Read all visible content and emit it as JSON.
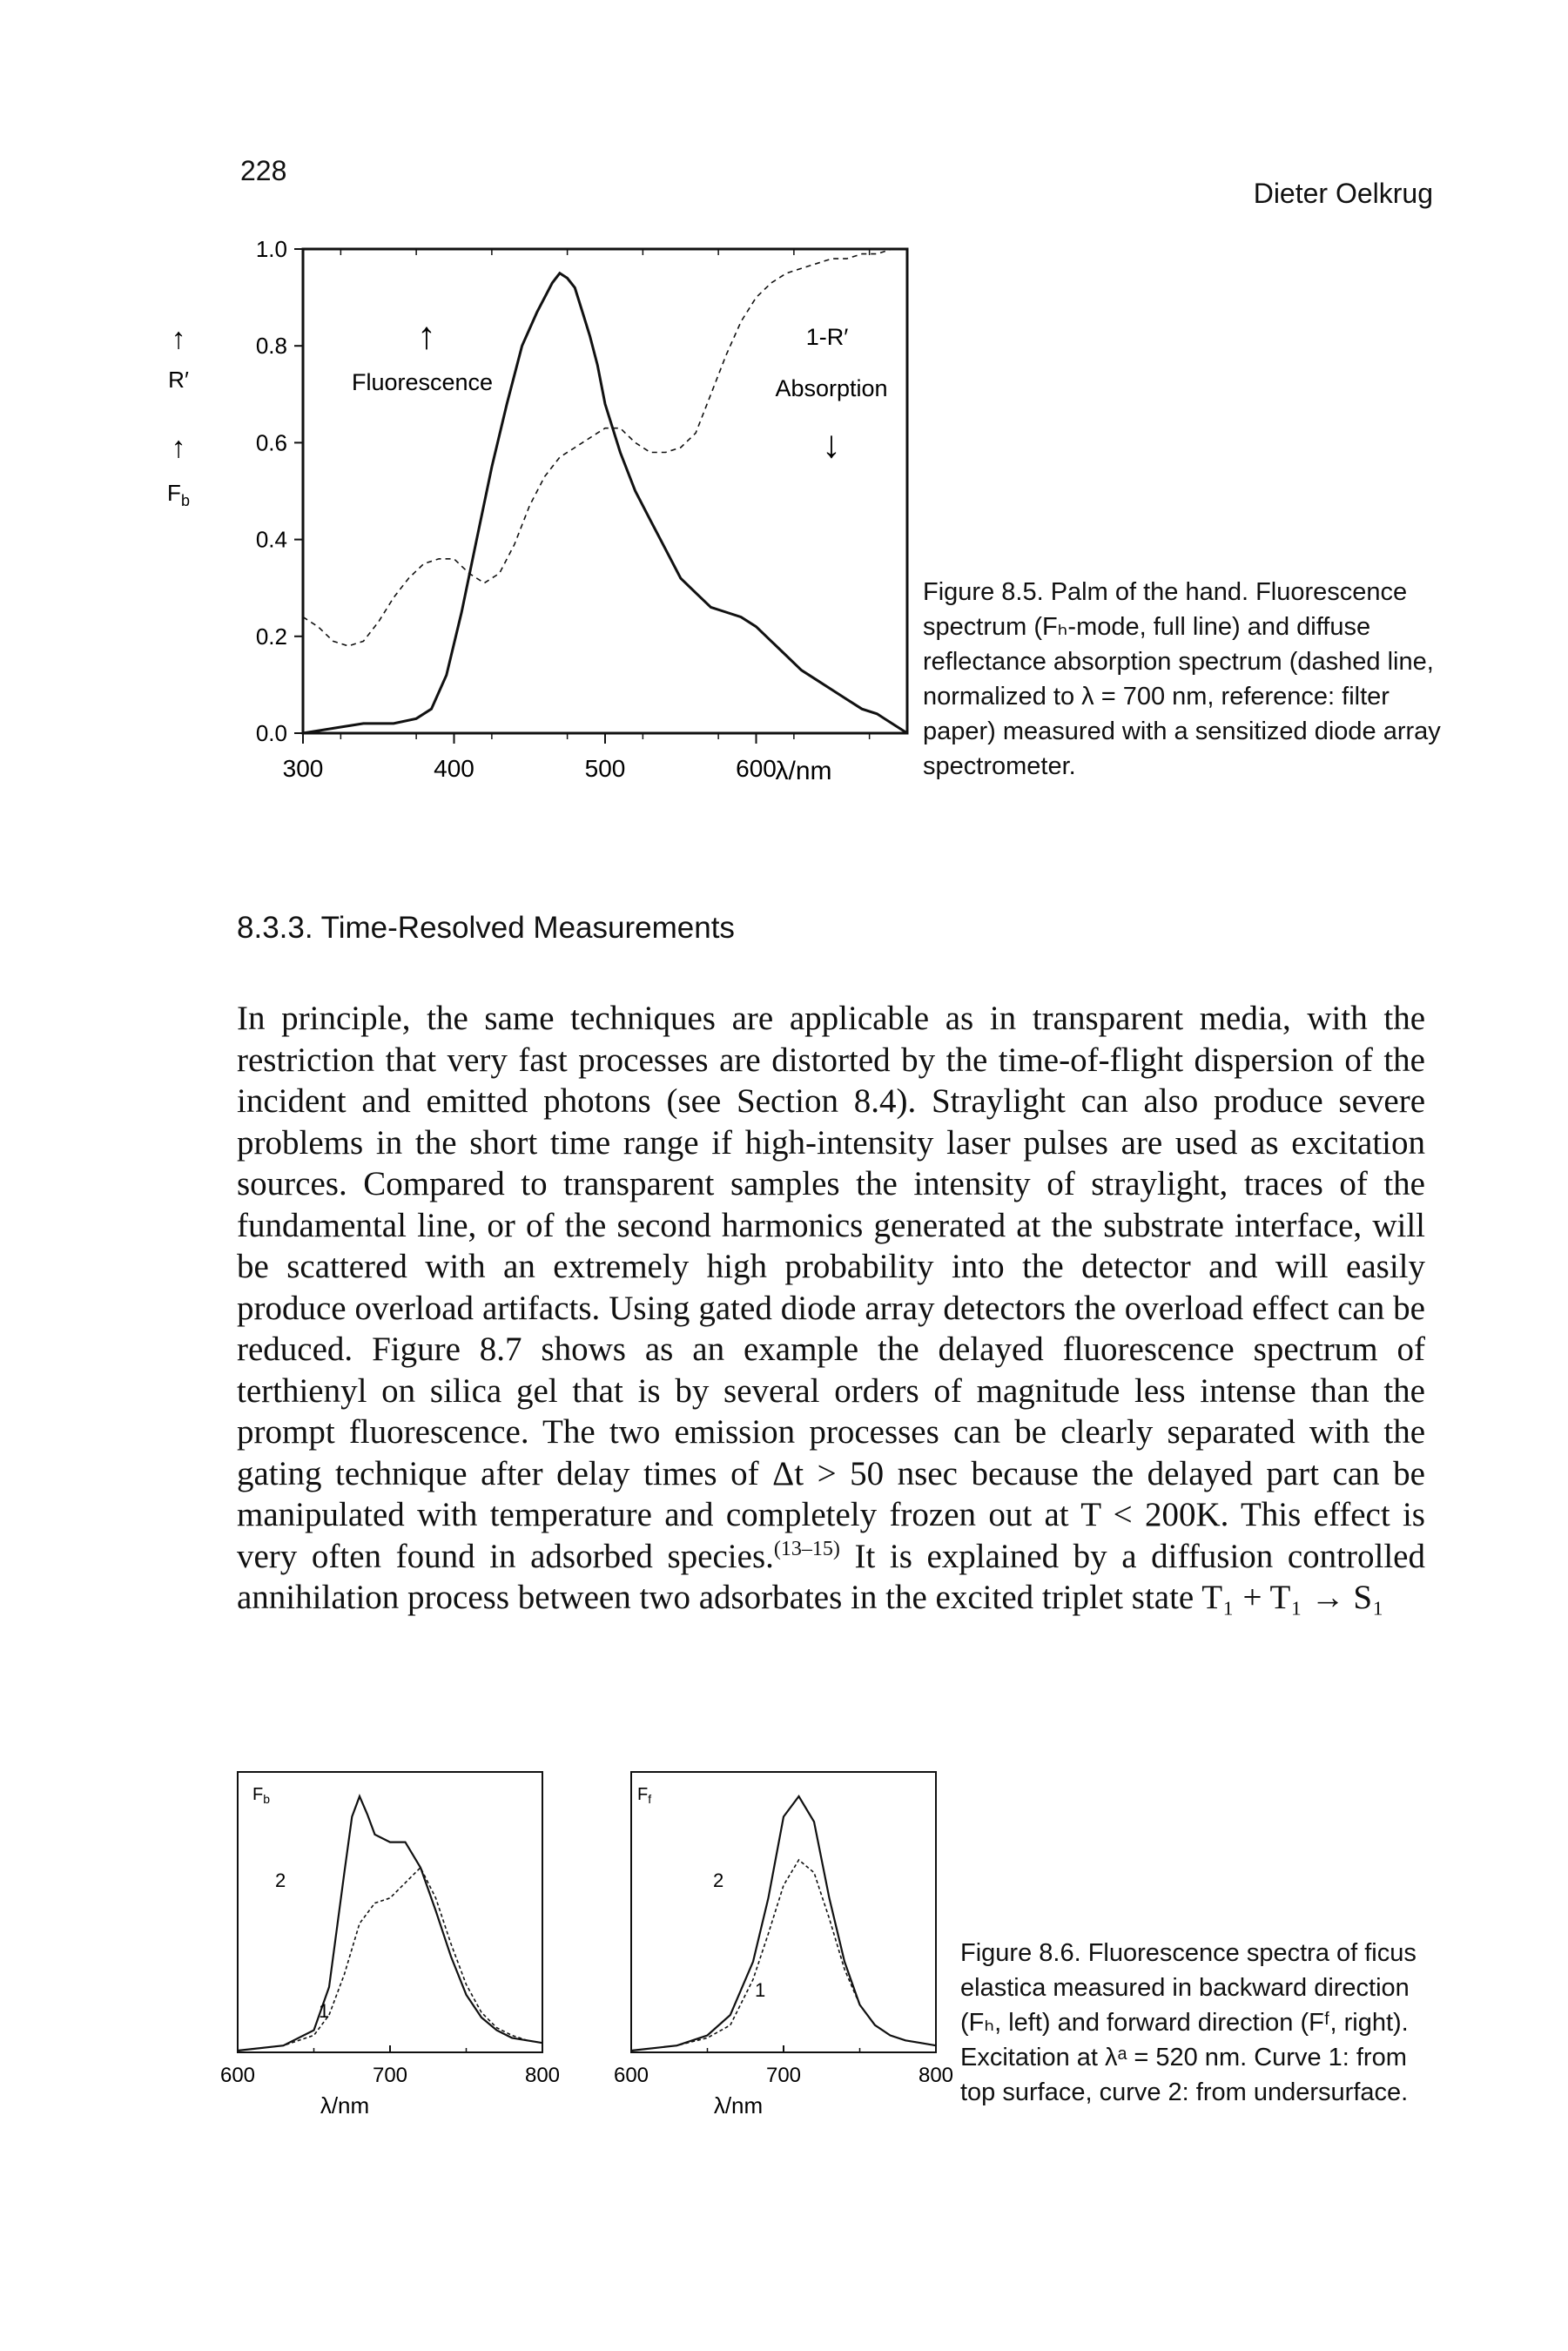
{
  "header": {
    "page_number": "228",
    "author": "Dieter Oelkrug"
  },
  "figure_8_5": {
    "caption_label": "Figure 8.5.",
    "caption_text": "Palm of the hand. Fluorescence spectrum (Fₕ-mode, full line) and diffuse reflectance absorption spectrum (dashed line, normalized to λ = 700 nm, reference: filter paper) measured with a sensitized diode array spectrometer.",
    "annotation_fluorescence": "Fluorescence",
    "annotation_absorption_top": "1-R′",
    "annotation_absorption": "Absorption",
    "side_label_r": "R′",
    "side_label_fb": "F",
    "side_label_fb_sub": "b",
    "y_tick_labels": [
      "0.0",
      "0.2",
      "0.4",
      "0.6",
      "0.8",
      "1.0"
    ],
    "x_tick_labels": [
      "300",
      "400",
      "500",
      "600"
    ],
    "x_unit": "λ/nm"
  },
  "section": {
    "heading": "8.3.3. Time-Resolved Measurements",
    "paragraph_part1": "In principle, the same techniques are applicable as in transparent media, with the restriction that very fast processes are distorted by the time-of-flight dispersion of the incident and emitted photons (see Section 8.4). Straylight can also produce severe problems in the short time range if high-intensity laser pulses are used as excitation sources. Compared to transparent samples the intensity of straylight, traces of the fundamental line, or of the second harmonics generated at the substrate interface, will be scattered with an extremely high probability into the detector and will easily produce overload artifacts. Using gated diode array detectors the overload effect can be reduced. Figure 8.7 shows as an example the delayed fluorescence spectrum of terthienyl on silica gel that is by several orders of magnitude less intense than the prompt fluorescence. The two emission processes can be clearly separated with the gating technique after delay times of Δt > 50 nsec because the delayed part can be manipulated with temperature and completely frozen out at T < 200K. This effect is very often found in adsorbed species.",
    "citation": "(13–15)",
    "paragraph_part2": " It is explained by a diffusion controlled annihilation process between two adsorbates in the excited triplet state T₁ + T₁ → S₁"
  },
  "figure_8_6": {
    "caption_label": "Figure 8.6.",
    "caption_text": "Fluorescence spectra of ficus elastica measured in backward direction (Fₕ, left) and forward direction (Fᶠ, right). Excitation at λᵃ = 520 nm. Curve 1: from top surface, curve 2: from undersurface.",
    "left_panel": {
      "ylabel": "F",
      "ylabel_sub": "b",
      "curve_labels": [
        "2",
        "1"
      ],
      "x_ticks": [
        "600",
        "700",
        "800"
      ],
      "x_unit": "λ/nm"
    },
    "right_panel": {
      "ylabel": "F",
      "ylabel_sub": "f",
      "curve_labels": [
        "2",
        "1"
      ],
      "x_ticks": [
        "600",
        "700",
        "800"
      ],
      "x_unit": "λ/nm"
    }
  },
  "chart_data": [
    {
      "type": "line",
      "xlabel": "λ/nm",
      "xlim": [
        300,
        700
      ],
      "ylim": [
        0,
        1.0
      ],
      "series": [
        {
          "name": "Fluorescence",
          "x": [
            300,
            320,
            340,
            360,
            375,
            385,
            395,
            405,
            415,
            425,
            435,
            445,
            455,
            465,
            470,
            475,
            480,
            485,
            490,
            495,
            500,
            510,
            520,
            530,
            540,
            550,
            560,
            570,
            580,
            590,
            600,
            610,
            620,
            630,
            640,
            650,
            660,
            670,
            680,
            690,
            700
          ],
          "y": [
            0.0,
            0.01,
            0.02,
            0.02,
            0.03,
            0.05,
            0.12,
            0.25,
            0.4,
            0.55,
            0.68,
            0.8,
            0.87,
            0.93,
            0.95,
            0.94,
            0.92,
            0.87,
            0.82,
            0.76,
            0.68,
            0.58,
            0.5,
            0.44,
            0.38,
            0.32,
            0.29,
            0.26,
            0.25,
            0.24,
            0.22,
            0.19,
            0.16,
            0.13,
            0.11,
            0.09,
            0.07,
            0.05,
            0.04,
            0.02,
            0.0
          ]
        },
        {
          "name": "1-R′ Absorption",
          "x": [
            300,
            310,
            320,
            330,
            340,
            350,
            360,
            370,
            380,
            390,
            400,
            410,
            420,
            430,
            440,
            450,
            460,
            470,
            480,
            490,
            500,
            510,
            520,
            530,
            540,
            550,
            560,
            570,
            580,
            590,
            600,
            610,
            620,
            630,
            640,
            650,
            660,
            670,
            680,
            690,
            700
          ],
          "y": [
            0.24,
            0.22,
            0.19,
            0.18,
            0.19,
            0.23,
            0.28,
            0.32,
            0.35,
            0.36,
            0.36,
            0.33,
            0.31,
            0.33,
            0.39,
            0.47,
            0.53,
            0.57,
            0.59,
            0.61,
            0.63,
            0.63,
            0.6,
            0.58,
            0.58,
            0.59,
            0.62,
            0.7,
            0.78,
            0.85,
            0.9,
            0.93,
            0.95,
            0.96,
            0.97,
            0.98,
            0.98,
            0.99,
            0.99,
            1.0,
            1.0
          ]
        }
      ]
    },
    {
      "type": "line",
      "xlabel": "λ/nm",
      "xlim": [
        600,
        800
      ],
      "series": [
        {
          "name": "2",
          "x": [
            600,
            630,
            650,
            660,
            670,
            675,
            680,
            685,
            690,
            700,
            710,
            720,
            730,
            740,
            750,
            760,
            770,
            780,
            790,
            800
          ],
          "y": [
            0.0,
            0.02,
            0.08,
            0.25,
            0.7,
            0.92,
            1.0,
            0.93,
            0.85,
            0.82,
            0.82,
            0.72,
            0.55,
            0.37,
            0.22,
            0.13,
            0.08,
            0.05,
            0.04,
            0.03
          ]
        },
        {
          "name": "1",
          "x": [
            600,
            630,
            650,
            660,
            670,
            680,
            690,
            700,
            710,
            720,
            730,
            740,
            750,
            760,
            770,
            780,
            790,
            800
          ],
          "y": [
            0.0,
            0.02,
            0.06,
            0.14,
            0.3,
            0.5,
            0.58,
            0.6,
            0.66,
            0.72,
            0.6,
            0.42,
            0.26,
            0.15,
            0.09,
            0.06,
            0.04,
            0.03
          ]
        }
      ]
    },
    {
      "type": "line",
      "xlabel": "λ/nm",
      "xlim": [
        600,
        800
      ],
      "series": [
        {
          "name": "2",
          "x": [
            600,
            630,
            650,
            665,
            680,
            690,
            700,
            710,
            720,
            730,
            740,
            750,
            760,
            770,
            780,
            790,
            800
          ],
          "y": [
            0.0,
            0.02,
            0.06,
            0.14,
            0.35,
            0.6,
            0.92,
            1.0,
            0.9,
            0.6,
            0.35,
            0.18,
            0.1,
            0.06,
            0.04,
            0.03,
            0.02
          ]
        },
        {
          "name": "1",
          "x": [
            600,
            630,
            650,
            665,
            680,
            690,
            700,
            710,
            720,
            730,
            740,
            750,
            760,
            770,
            780,
            790,
            800
          ],
          "y": [
            0.0,
            0.02,
            0.05,
            0.1,
            0.28,
            0.46,
            0.65,
            0.75,
            0.7,
            0.52,
            0.32,
            0.18,
            0.1,
            0.06,
            0.04,
            0.03,
            0.02
          ]
        }
      ]
    }
  ]
}
